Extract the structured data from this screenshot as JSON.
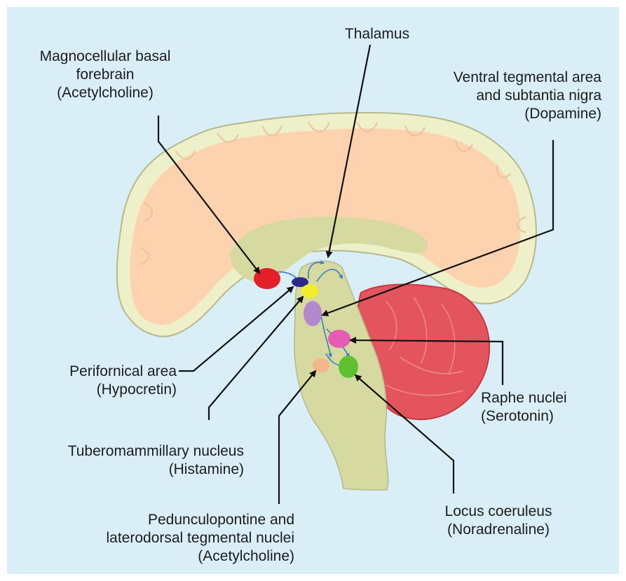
{
  "colors": {
    "background": "#d9eef7",
    "cortex_outline": "#eef0c9",
    "cortex_fill": "#fcd3ae",
    "brainstem": "#d6d9a0",
    "cerebellum": "#e4545c",
    "arrow": "#111111",
    "projection": "#3a7dc9"
  },
  "nuclei": [
    {
      "name": "Magnocellular basal forebrain",
      "color": "#e32029"
    },
    {
      "name": "Perifornical area",
      "color": "#2b2a8c"
    },
    {
      "name": "Tuberomammillary nucleus",
      "color": "#f3ee2a"
    },
    {
      "name": "Ventral tegmental area and substantia nigra",
      "color": "#b488cc"
    },
    {
      "name": "Raphe nuclei",
      "color": "#e65bb3"
    },
    {
      "name": "Pedunculopontine and laterodorsal tegmental nuclei",
      "color": "#f7b68a"
    },
    {
      "name": "Locus coeruleus",
      "color": "#5fc132"
    }
  ],
  "labels": {
    "basal_forebrain": [
      "Magnocellular basal",
      "forebrain",
      "(Acetylcholine)"
    ],
    "thalamus": [
      "Thalamus"
    ],
    "vta": [
      "Ventral tegmental area",
      "and subtantia nigra",
      "(Dopamine)"
    ],
    "perifornical": [
      "Perifornical area",
      "(Hypocretin)"
    ],
    "tuberomammillary": [
      "Tuberomammillary nucleus",
      "(Histamine)"
    ],
    "raphe": [
      "Raphe nuclei",
      "(Serotonin)"
    ],
    "pedunculopontine": [
      "Pedunculopontine and",
      "laterodorsal tegmental nuclei",
      "(Acetylcholine)"
    ],
    "locus": [
      "Locus coeruleus",
      "(Noradrenaline)"
    ]
  }
}
